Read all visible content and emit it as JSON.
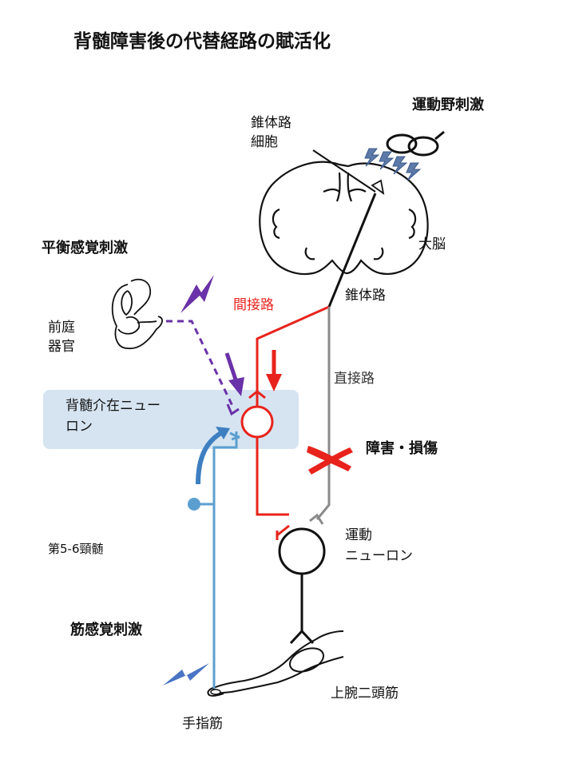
{
  "title": "背髄障害後の代替経路の賦活化",
  "labels": {
    "motor_cortex_stim": "運動野刺激",
    "pyramidal_cell_line1": "錐体路",
    "pyramidal_cell_line2": "細胞",
    "cerebrum": "大脳",
    "vestibular_stim": "平衡感覚刺激",
    "vestibular_organ_line1": "前庭",
    "vestibular_organ_line2": "器官",
    "indirect_path": "間接路",
    "pyramidal_tract": "錐体路",
    "direct_path": "直接路",
    "interneuron_line1": "背髄介在ニュー",
    "interneuron_line2": "ロン",
    "injury": "障害・損傷",
    "motor_neuron_line1": "運動",
    "motor_neuron_line2": "ニューロン",
    "segment": "第5-6頸髄",
    "muscle_stim": "筋感覚刺激",
    "biceps": "上腕二頭筋",
    "finger_muscle": "手指筋"
  },
  "colors": {
    "red_pathway": "#e8231c",
    "direct_pathway": "#8a8a8a",
    "sensory_pathway": "#5b9fd0",
    "vestibular_pathway": "#6a32a8",
    "interneuron_box": "#d6e4f1",
    "stimulus_bolt": "#4a74c4"
  }
}
